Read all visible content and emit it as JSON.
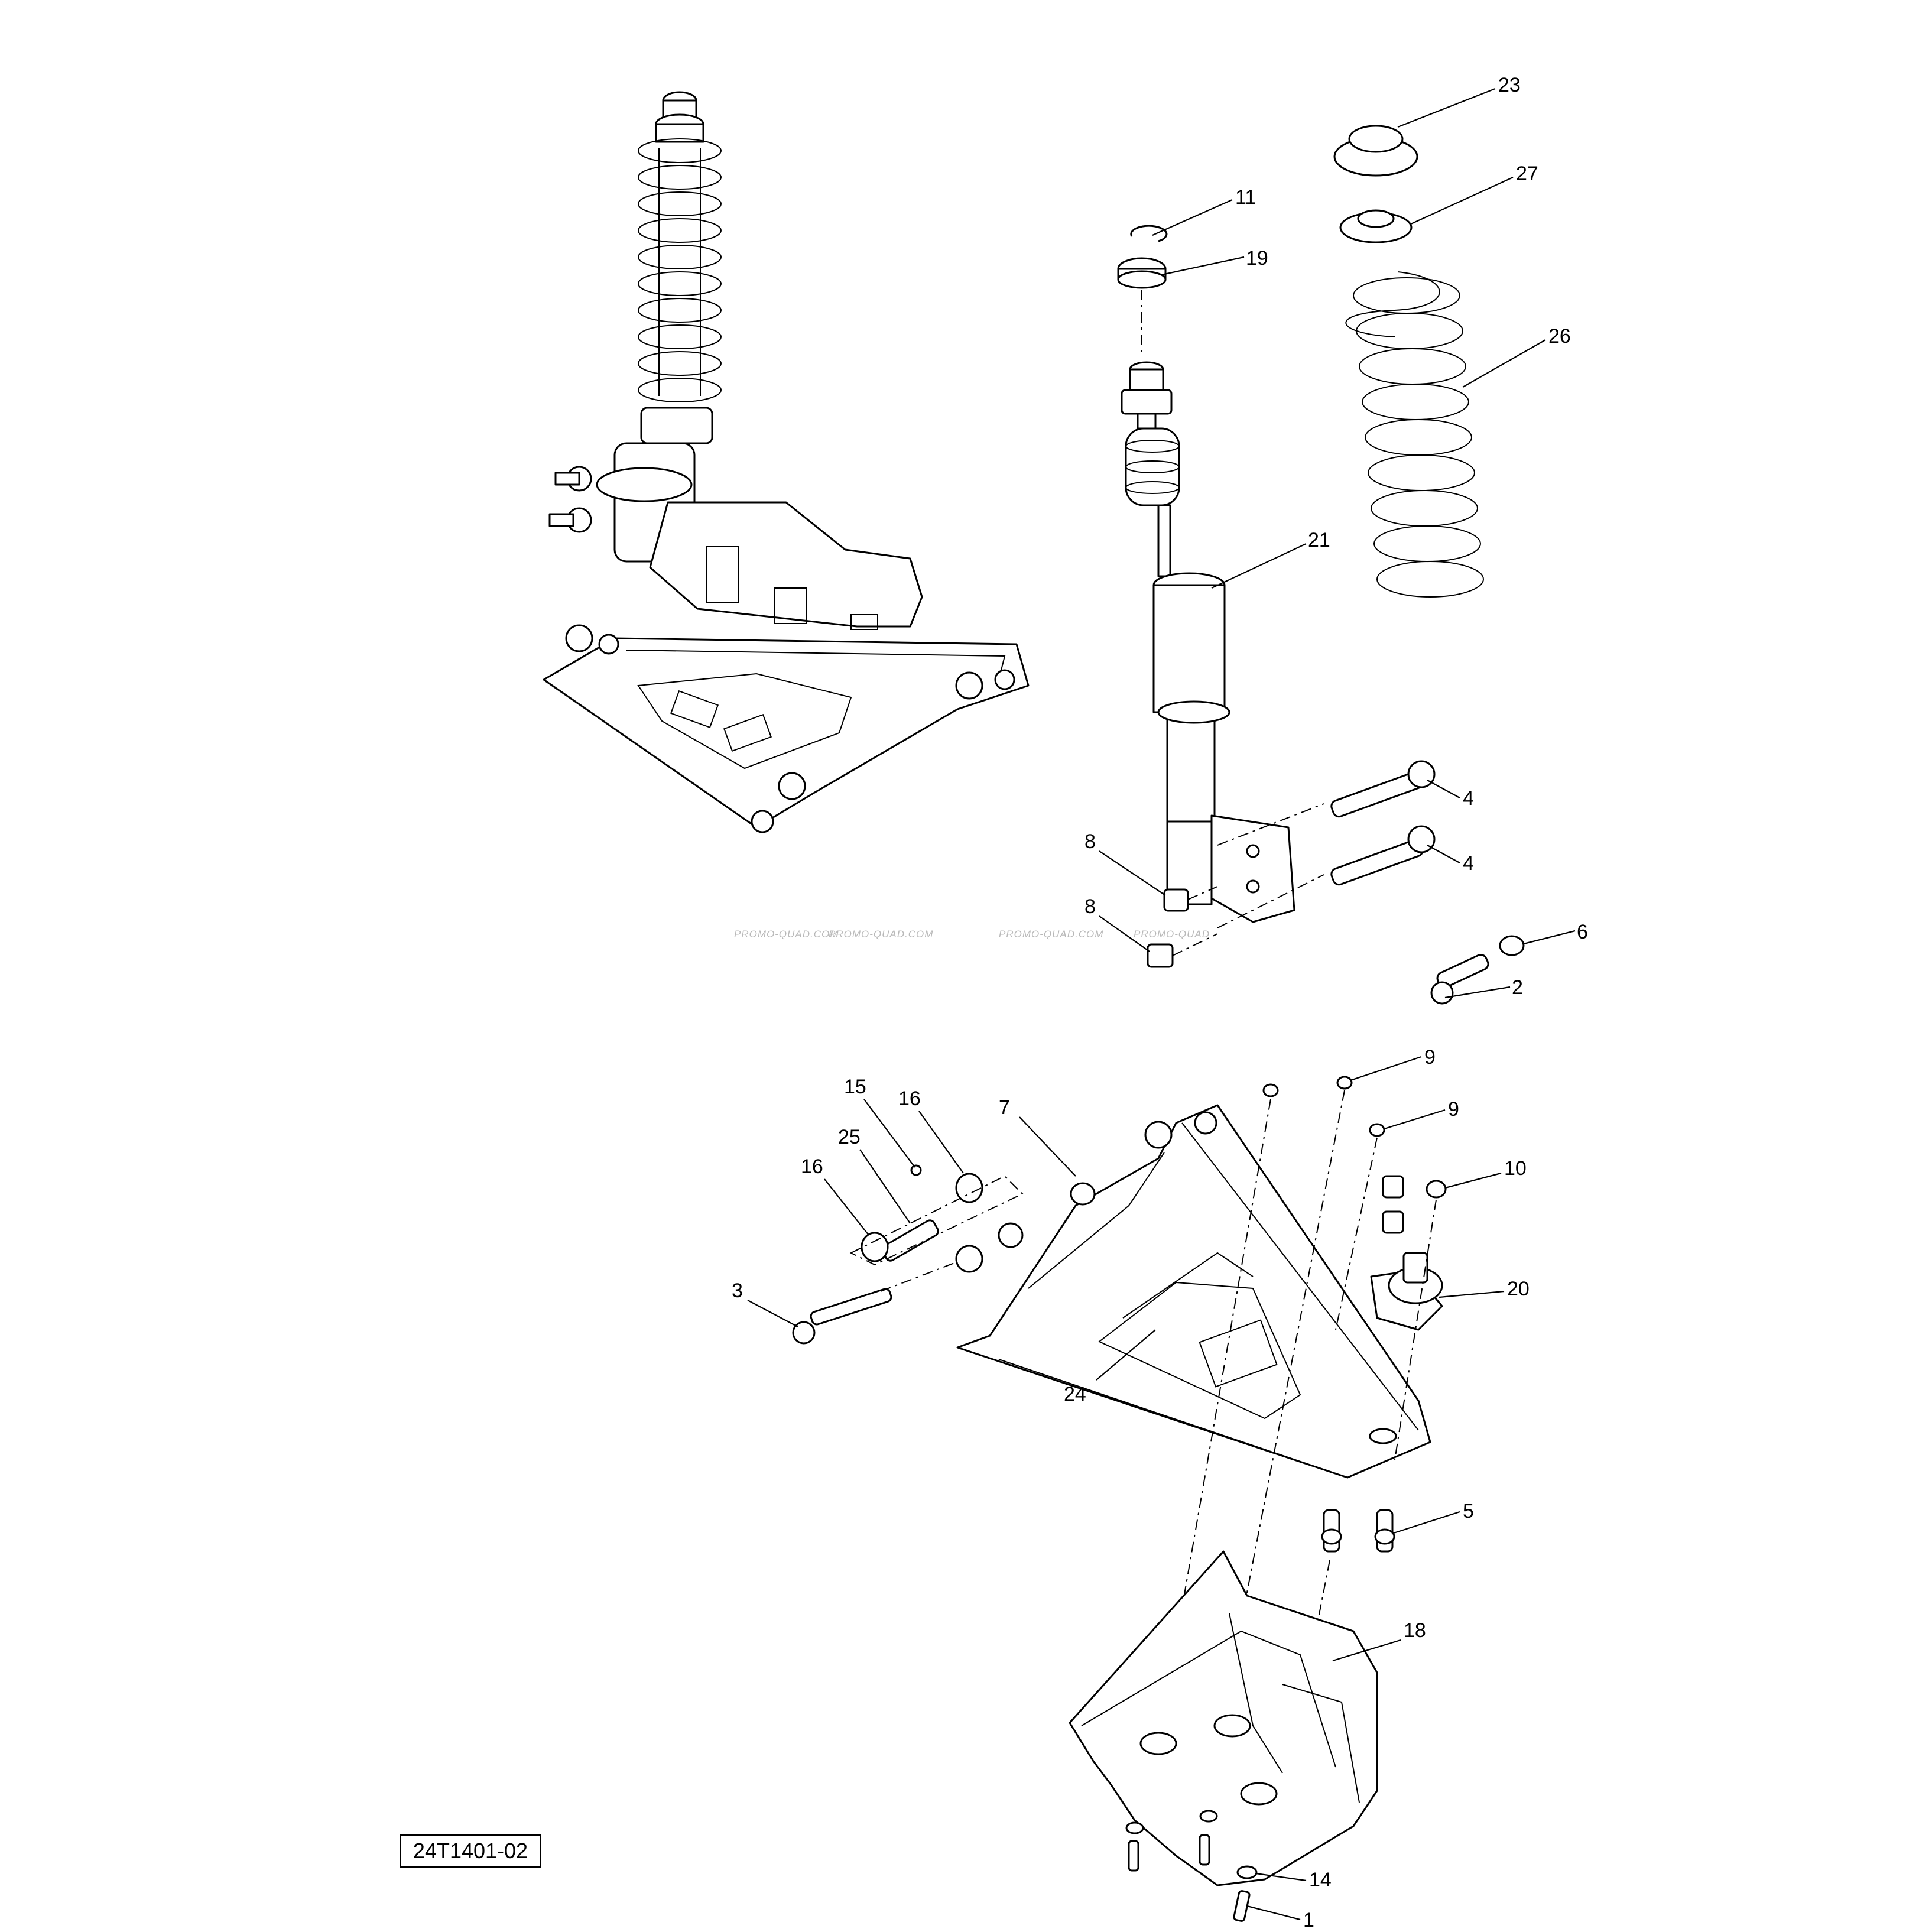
{
  "diagram": {
    "code": "24T1401-02",
    "watermark": [
      "PROMO-QUAD.COM",
      "PROMO-QUAD.COM",
      "PROMO-QUAD.COM",
      "PROMO-QUAD"
    ],
    "callouts": {
      "c1": "1",
      "c2": "2",
      "c3": "3",
      "c4a": "4",
      "c4b": "4",
      "c5": "5",
      "c6": "6",
      "c7": "7",
      "c8a": "8",
      "c8b": "8",
      "c9a": "9",
      "c9b": "9",
      "c10": "10",
      "c11": "11",
      "c14": "14",
      "c15": "15",
      "c16a": "16",
      "c16b": "16",
      "c18": "18",
      "c19": "19",
      "c20": "20",
      "c21": "21",
      "c23": "23",
      "c24": "24",
      "c25": "25",
      "c26": "26",
      "c27": "27"
    }
  }
}
